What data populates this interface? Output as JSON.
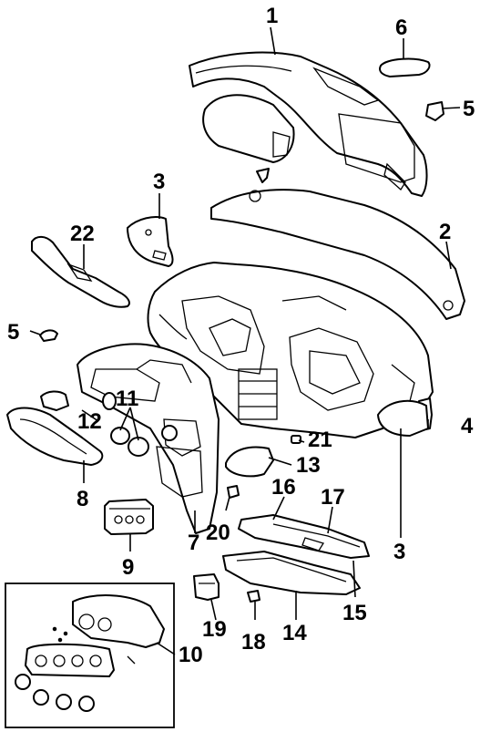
{
  "callouts": {
    "c1": "1",
    "c2": "2",
    "c3a": "3",
    "c3b": "3",
    "c4": "4",
    "c5a": "5",
    "c5b": "5",
    "c6": "6",
    "c7": "7",
    "c8": "8",
    "c9": "9",
    "c10": "10",
    "c11": "11",
    "c12": "12",
    "c13": "13",
    "c14": "14",
    "c15": "15",
    "c16": "16",
    "c17": "17",
    "c18": "18",
    "c19": "19",
    "c20": "20",
    "c21": "21",
    "c22": "22"
  },
  "colors": {
    "ink": "#000000",
    "paper": "#ffffff"
  }
}
